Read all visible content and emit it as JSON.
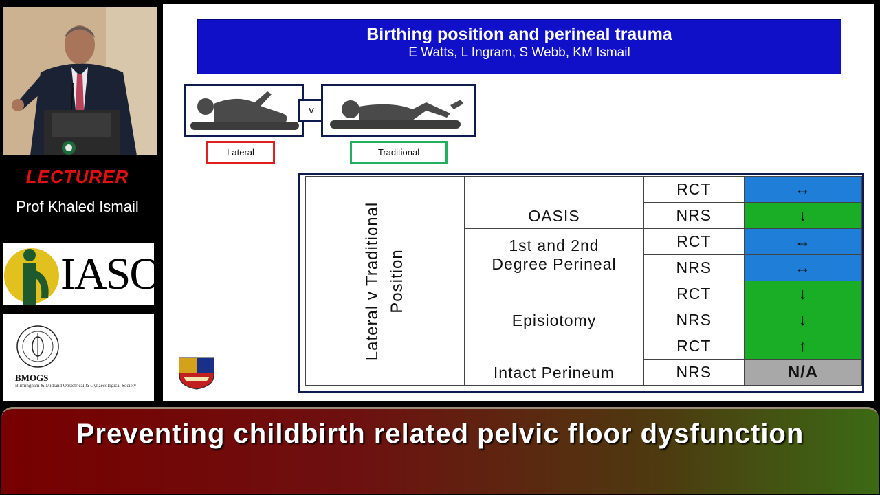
{
  "sidebar": {
    "lecturer_label": "LECTURER",
    "lecturer_name": "Prof Khaled Ismail",
    "logos": {
      "iaso_text": "IASO",
      "bmogs_title": "BMOGS",
      "bmogs_subtitle": "Birmingham & Midland Obstetrical & Gynaecological Society"
    }
  },
  "slide": {
    "title": "Birthing position and perineal trauma",
    "authors": "E Watts, L Ingram, S Webb, KM Ismail",
    "versus": "v",
    "positions": [
      {
        "label": "Lateral",
        "color": "#e02020"
      },
      {
        "label": "Traditional",
        "color": "#20b060"
      }
    ],
    "table": {
      "row_header_line1": "Lateral v Traditional",
      "row_header_line2": "Position",
      "groups": [
        {
          "outcome_line1": "OASIS",
          "outcome_line2": "",
          "rows": [
            {
              "study": "RCT",
              "result": "↔",
              "color": "#1f7fd8"
            },
            {
              "study": "NRS",
              "result": "↓",
              "color": "#1aae26"
            }
          ]
        },
        {
          "outcome_line1": "1st and 2nd",
          "outcome_line2": "Degree Perineal",
          "rows": [
            {
              "study": "RCT",
              "result": "↔",
              "color": "#1f7fd8"
            },
            {
              "study": "NRS",
              "result": "↔",
              "color": "#1f7fd8"
            }
          ]
        },
        {
          "outcome_line1": "Episiotomy",
          "outcome_line2": "",
          "rows": [
            {
              "study": "RCT",
              "result": "↓",
              "color": "#1aae26"
            },
            {
              "study": "NRS",
              "result": "↓",
              "color": "#1aae26"
            }
          ]
        },
        {
          "outcome_line1": "Intact Perineum",
          "outcome_line2": "",
          "rows": [
            {
              "study": "RCT",
              "result": "↑",
              "color": "#1aae26"
            },
            {
              "study": "NRS",
              "result": "N/A",
              "color": "#a8a8a8"
            }
          ]
        }
      ]
    }
  },
  "banner": {
    "text": "Preventing childbirth related pelvic floor dysfunction"
  }
}
